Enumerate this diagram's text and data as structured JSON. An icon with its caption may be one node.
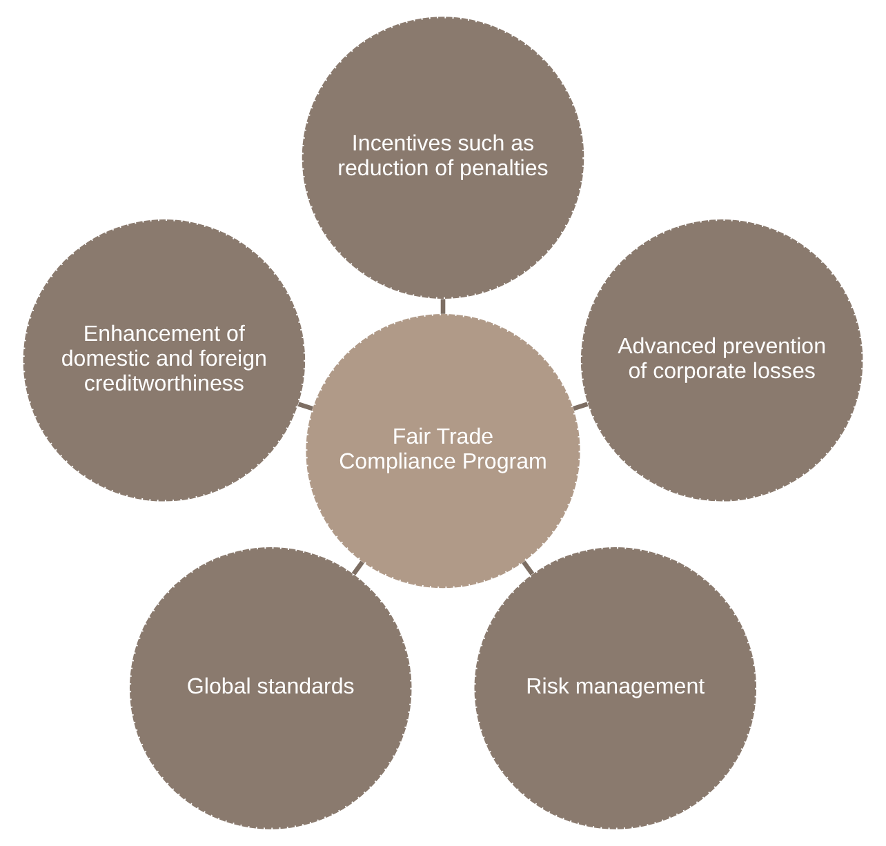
{
  "diagram": {
    "nodes": [
      {
        "text": [
          "Incentives such as reduction of penalties"
        ]
      },
      {
        "text": [
          "Enhancement of domestic and foreign creditworthiness"
        ]
      },
      {
        "text": [
          "Advanced prevention of corporate losses"
        ]
      },
      {
        "text": [
          "Fair Trade Compliance Program"
        ]
      },
      {
        "text": [
          "Global standards"
        ]
      },
      {
        "text": [
          "Risk management"
        ]
      }
    ],
    "edges": [
      {
        "from": 3,
        "to": 0,
        "arrow": "none"
      },
      {
        "from": 3,
        "to": 2,
        "arrow": "none"
      },
      {
        "from": 3,
        "to": 5,
        "arrow": "none"
      },
      {
        "from": 3,
        "to": 4,
        "arrow": "none"
      },
      {
        "from": 3,
        "to": 1,
        "arrow": "none"
      }
    ]
  }
}
